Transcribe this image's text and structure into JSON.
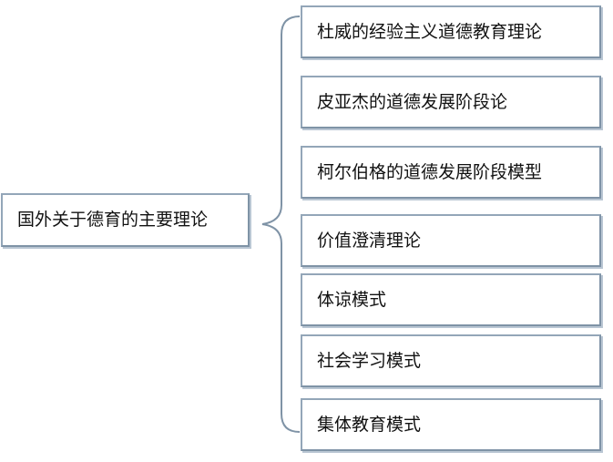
{
  "root": {
    "label": "国外关于德育的主要理论"
  },
  "items": [
    {
      "label": "杜威的经验主义道德教育理论"
    },
    {
      "label": "皮亚杰的道德发展阶段论"
    },
    {
      "label": "柯尔伯格的道德发展阶段模型"
    },
    {
      "label": "价值澄清理论"
    },
    {
      "label": "体谅模式"
    },
    {
      "label": "社会学习模式"
    },
    {
      "label": "集体教育模式"
    }
  ],
  "colors": {
    "border": "#93a6b8",
    "brace": "#7f93a6"
  }
}
